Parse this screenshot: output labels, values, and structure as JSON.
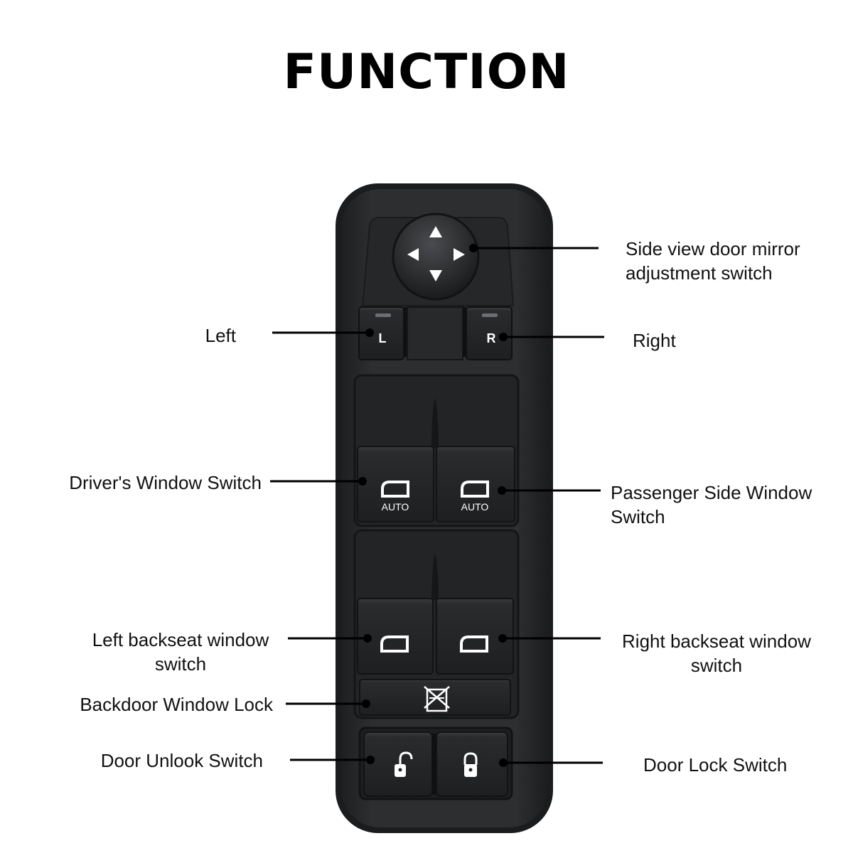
{
  "title": "FUNCTION",
  "switch_labels": {
    "left_button": "L",
    "right_button": "R",
    "driver_auto": "AUTO",
    "passenger_auto": "AUTO"
  },
  "callouts": {
    "mirror": [
      "Side view door mirror",
      "adjustment switch"
    ],
    "left": "Left",
    "right": "Right",
    "driver_window": "Driver's Window Switch",
    "passenger_window": [
      "Passenger Side Window",
      "Switch"
    ],
    "left_backseat": [
      "Left backseat window",
      "switch"
    ],
    "right_backseat": [
      "Right backseat window",
      "switch"
    ],
    "backdoor_lock": "Backdoor Window Lock",
    "door_unlock": "Door Unlook Switch",
    "door_lock": "Door Lock Switch"
  },
  "icons": [
    "mirror-arrow-up-icon",
    "mirror-arrow-down-icon",
    "mirror-arrow-left-icon",
    "mirror-arrow-right-icon",
    "window-icon",
    "window-lock-icon",
    "padlock-open-icon",
    "padlock-closed-icon"
  ],
  "colors": {
    "panel": "#2a2b2d",
    "panel_edge": "#1a1b1c",
    "button": "#232426",
    "indicator": "#6b6e72",
    "icon": "#ffffff"
  }
}
